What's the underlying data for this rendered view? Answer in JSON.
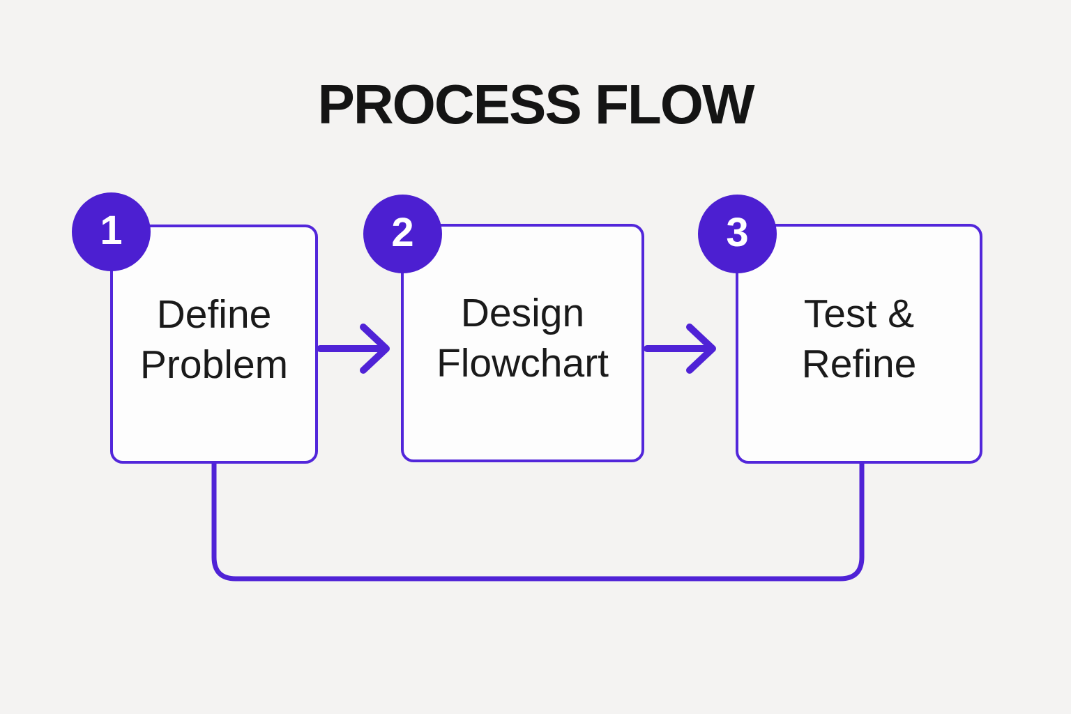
{
  "title": "PROCESS FLOW",
  "steps": [
    {
      "number": "1",
      "label": "Define\nProblem"
    },
    {
      "number": "2",
      "label": "Design\nFlowchart"
    },
    {
      "number": "3",
      "label": "Test &\nRefine"
    }
  ],
  "connections": [
    {
      "from": "1",
      "to": "2",
      "type": "arrow"
    },
    {
      "from": "2",
      "to": "3",
      "type": "arrow"
    },
    {
      "from": "3",
      "to": "1",
      "type": "feedback-loop"
    }
  ],
  "colors": {
    "background": "#f4f3f2",
    "box_fill": "#fdfdfd",
    "box_border": "#5226da",
    "circle_fill": "#4c1fd1",
    "connector": "#4f22d6",
    "title_text": "#141414",
    "label_text": "#1a1a1a",
    "number_text": "#ffffff"
  }
}
